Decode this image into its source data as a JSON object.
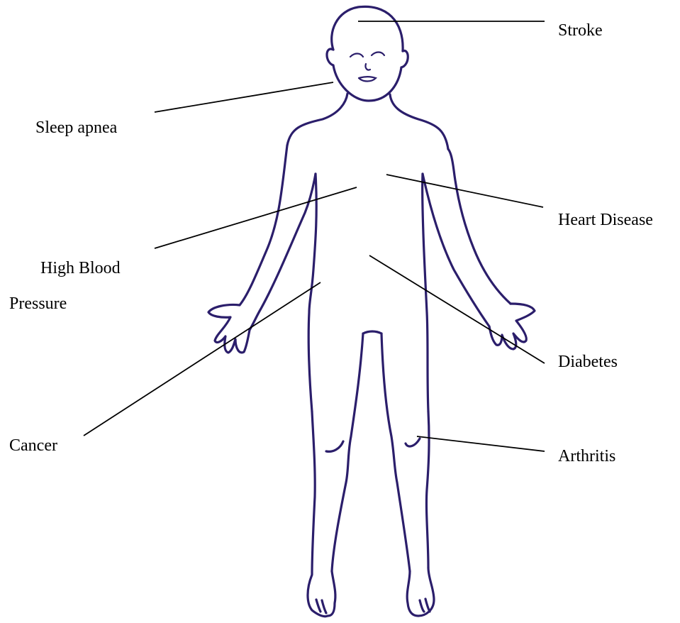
{
  "labels": {
    "stroke": "Stroke",
    "sleep_apnea": "Sleep apnea",
    "heart_disease": "Heart Disease",
    "high_blood_line1": "High Blood",
    "high_blood_line2": "Pressure",
    "diabetes": "Diabetes",
    "cancer": "Cancer",
    "arthritis": "Arthritis"
  },
  "colors": {
    "outline": "#2b1e6b",
    "leader": "#000000",
    "text": "#000000"
  }
}
